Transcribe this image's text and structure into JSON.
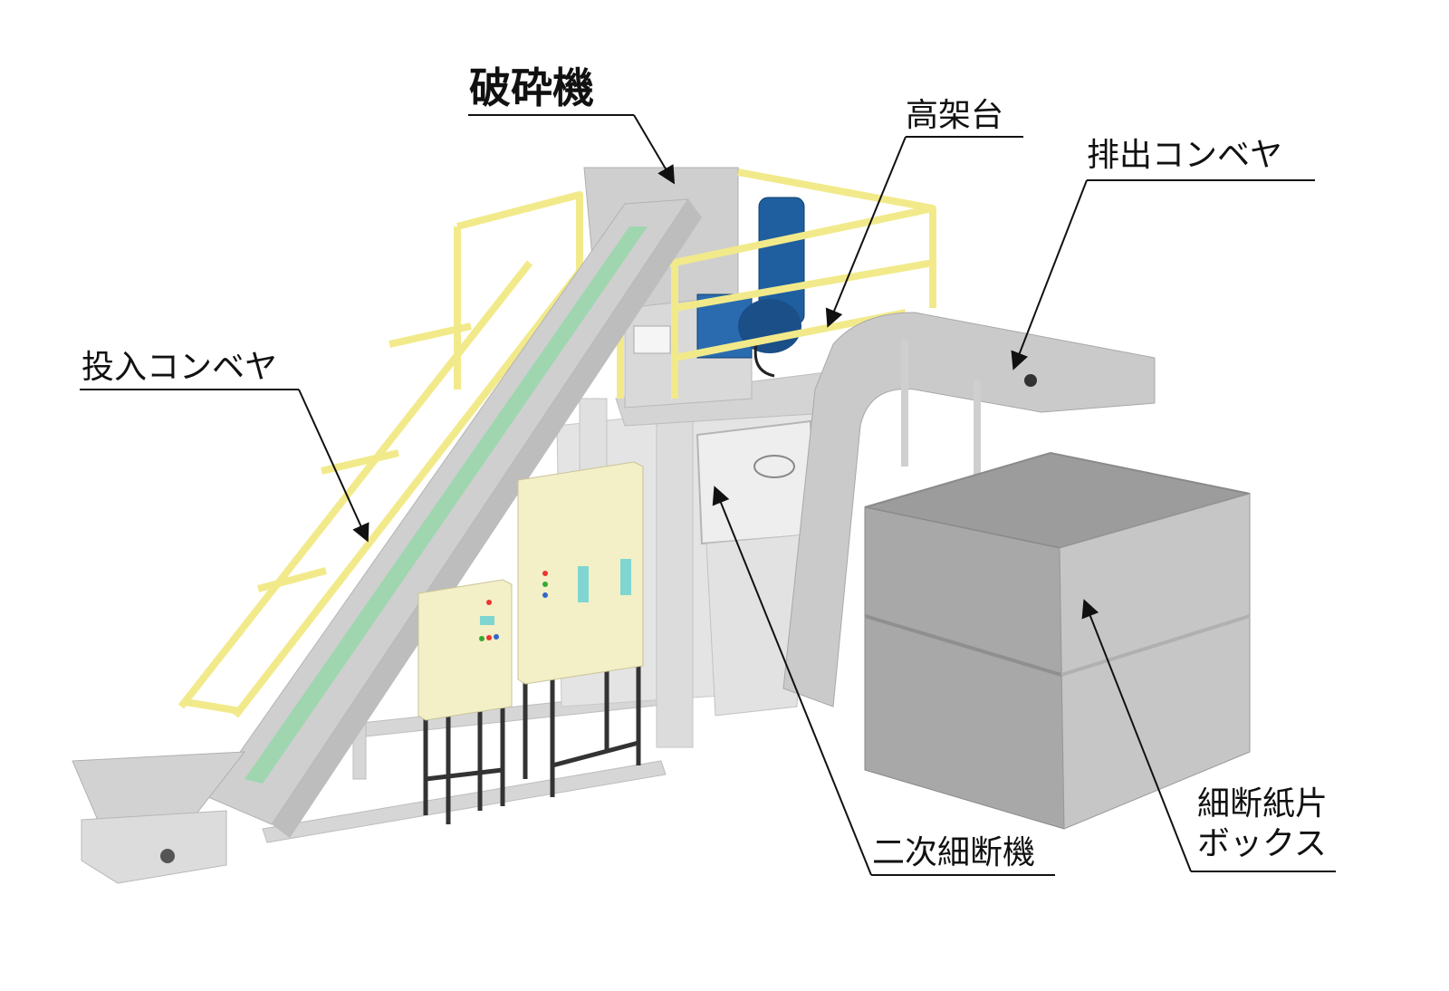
{
  "labels": {
    "crusher": "破砕機",
    "elevated_platform": "高架台",
    "discharge_conveyor": "排出コンベヤ",
    "input_conveyor": "投入コンベヤ",
    "secondary_shredder": "二次細断機",
    "shred_box_line1": "細断紙片",
    "shred_box_line2": "ボックス"
  },
  "colors": {
    "machine_gray": "#c8c8c8",
    "railing_yellow": "#f2ea8a",
    "motor_blue": "#1f5fa0",
    "belt_green": "#9fd6b0",
    "panel_cream": "#f3efc6"
  }
}
